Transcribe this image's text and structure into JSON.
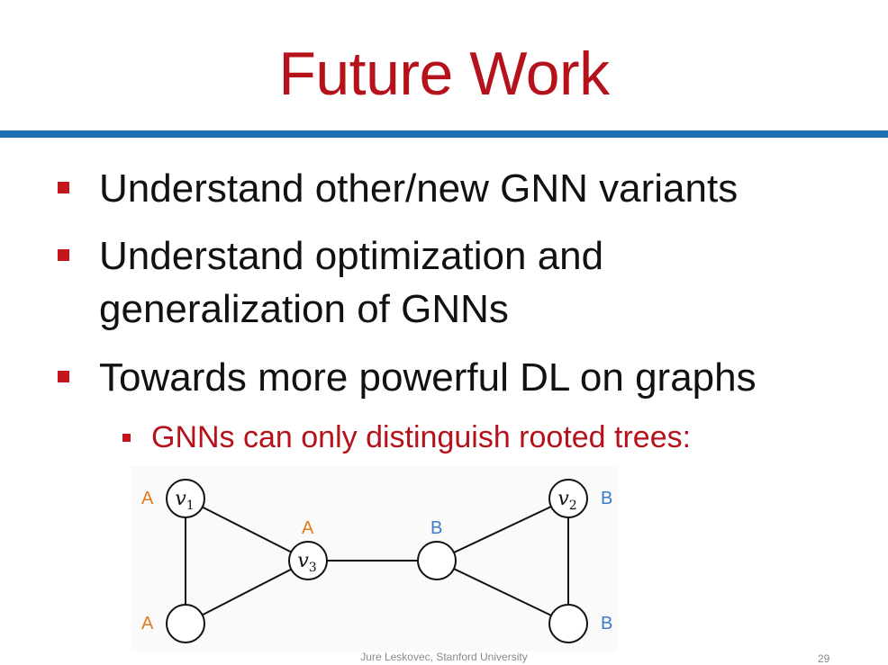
{
  "slide": {
    "title": "Future Work",
    "bullets": [
      {
        "lines": [
          "Understand other/new GNN variants"
        ]
      },
      {
        "lines": [
          "Understand optimization and",
          "generalization of GNNs"
        ]
      },
      {
        "lines": [
          "Towards more powerful DL on graphs"
        ]
      }
    ],
    "sub_bullet": "GNNs can only distinguish rooted trees:",
    "footer": "Jure Leskovec, Stanford University",
    "page_number": "29"
  },
  "graph": {
    "nodes": [
      {
        "id": "v1",
        "var": "v",
        "sub": "1",
        "label": "A"
      },
      {
        "id": "v3",
        "var": "v",
        "sub": "3",
        "label": "A"
      },
      {
        "id": "n_bl",
        "var": "",
        "sub": "",
        "label": "A"
      },
      {
        "id": "n_mid",
        "var": "",
        "sub": "",
        "label": "B"
      },
      {
        "id": "v2",
        "var": "v",
        "sub": "2",
        "label": "B"
      },
      {
        "id": "n_br",
        "var": "",
        "sub": "",
        "label": "B"
      }
    ],
    "edges": [
      [
        "v1",
        "v3"
      ],
      [
        "v1",
        "n_bl"
      ],
      [
        "n_bl",
        "v3"
      ],
      [
        "v3",
        "n_mid"
      ],
      [
        "n_mid",
        "v2"
      ],
      [
        "n_mid",
        "n_br"
      ],
      [
        "v2",
        "n_br"
      ]
    ]
  },
  "colors": {
    "title": "#b5121b",
    "rule": "#1a6fb5",
    "bullet": "#c4161c",
    "label_a": "#e07b1a",
    "label_b": "#3a7dc9"
  }
}
